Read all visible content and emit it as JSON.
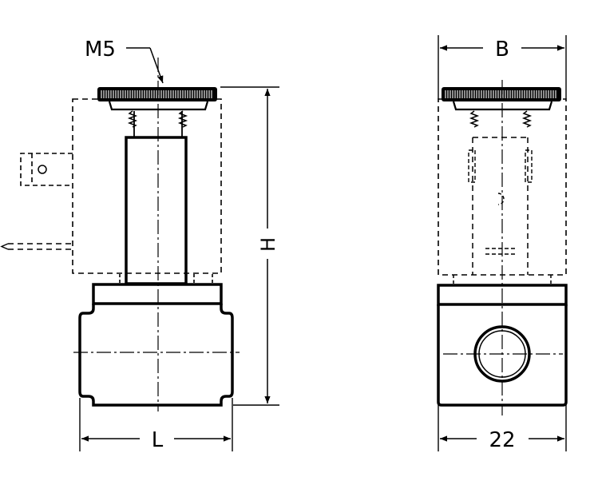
{
  "drawing": {
    "labels": {
      "thread": "M5",
      "height": "H",
      "length": "L",
      "width": "B",
      "width_value": "22"
    }
  }
}
